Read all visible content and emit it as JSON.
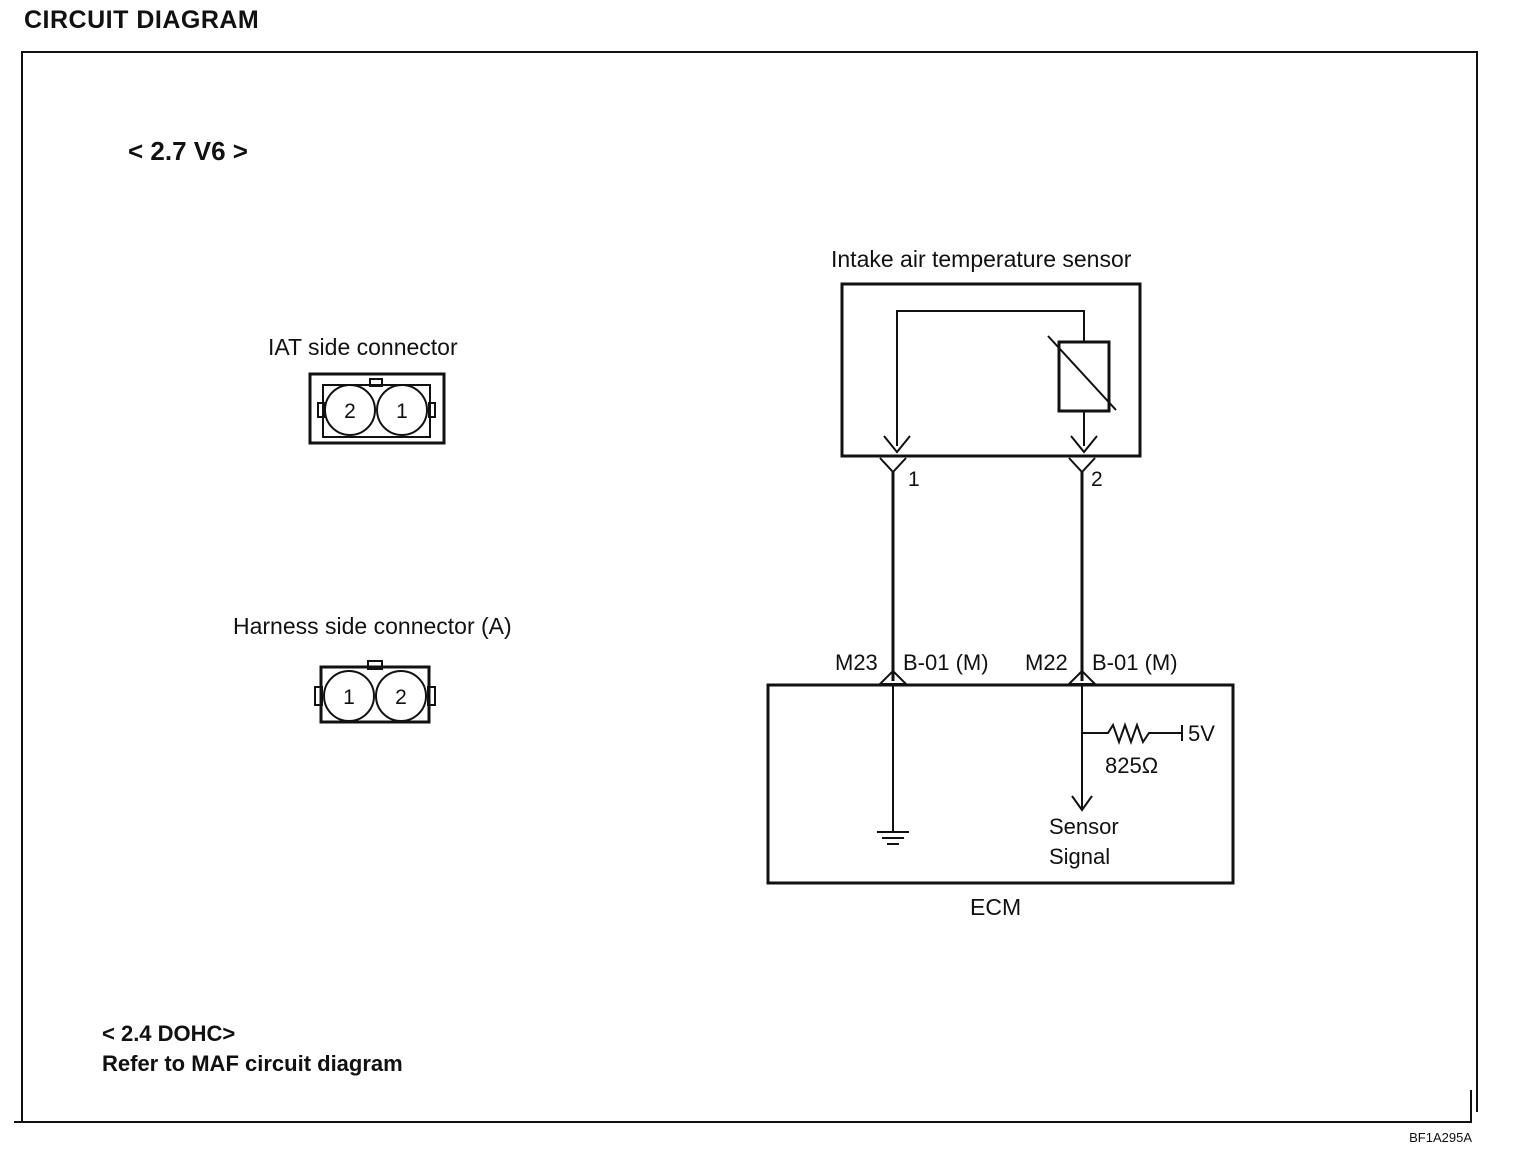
{
  "page": {
    "title": "CIRCUIT  DIAGRAM",
    "variant_label": "< 2.7 V6 >",
    "code": "BF1A295A"
  },
  "connectors": {
    "iat_side": {
      "caption": "IAT side connector",
      "pins": [
        "2",
        "1"
      ]
    },
    "harness_side": {
      "caption": "Harness side connector (A)",
      "pins": [
        "1",
        "2"
      ]
    }
  },
  "sensor": {
    "label": "Intake air temperature sensor",
    "pin_left": "1",
    "pin_right": "2"
  },
  "ecm": {
    "label": "ECM",
    "pin_left_id": "M23",
    "pin_left_conn": "B-01 (M)",
    "pin_right_id": "M22",
    "pin_right_conn": "B-01 (M)",
    "resistor_value": "825Ω",
    "supply_voltage": "5V",
    "signal_label_line1": "Sensor",
    "signal_label_line2": "Signal"
  },
  "note": {
    "line1": "< 2.4 DOHC>",
    "line2": "Refer to MAF circuit diagram"
  }
}
